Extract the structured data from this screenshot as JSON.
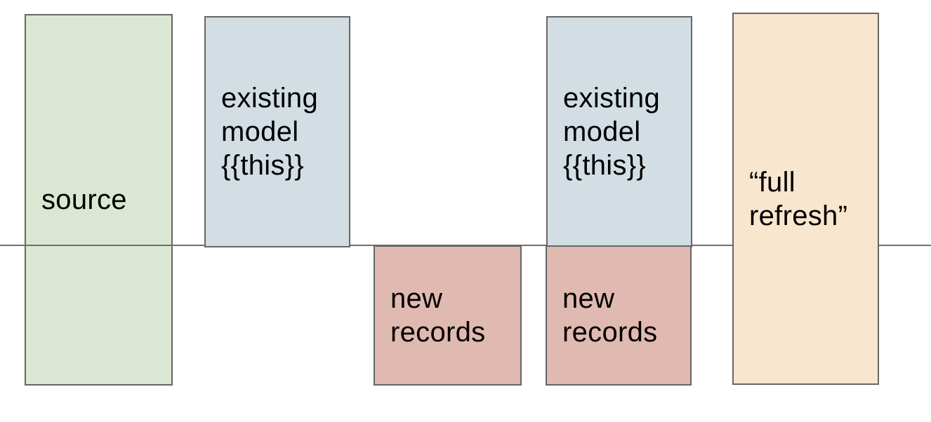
{
  "diagram": {
    "background": "#ffffff",
    "divider_line_color": "#6f6f6f",
    "box_border_color": "#666666",
    "text_color": "#000000",
    "boxes": [
      {
        "name": "source",
        "fill": "#dbe7d3",
        "lines": [
          "source"
        ]
      },
      {
        "name": "existing-model-left",
        "fill": "#d2dee3",
        "lines": [
          "existing",
          "model",
          "{{this}}"
        ]
      },
      {
        "name": "new-records-left",
        "fill": "#e0b9b0",
        "lines": [
          "new",
          "records"
        ]
      },
      {
        "name": "existing-model-right",
        "fill": "#d2dee3",
        "lines": [
          "existing",
          "model",
          "{{this}}"
        ]
      },
      {
        "name": "new-records-right",
        "fill": "#e0b9b0",
        "lines": [
          "new",
          "records"
        ]
      },
      {
        "name": "full-refresh",
        "fill": "#f8e6ce",
        "lines": [
          "“full",
          "refresh”"
        ]
      }
    ]
  }
}
